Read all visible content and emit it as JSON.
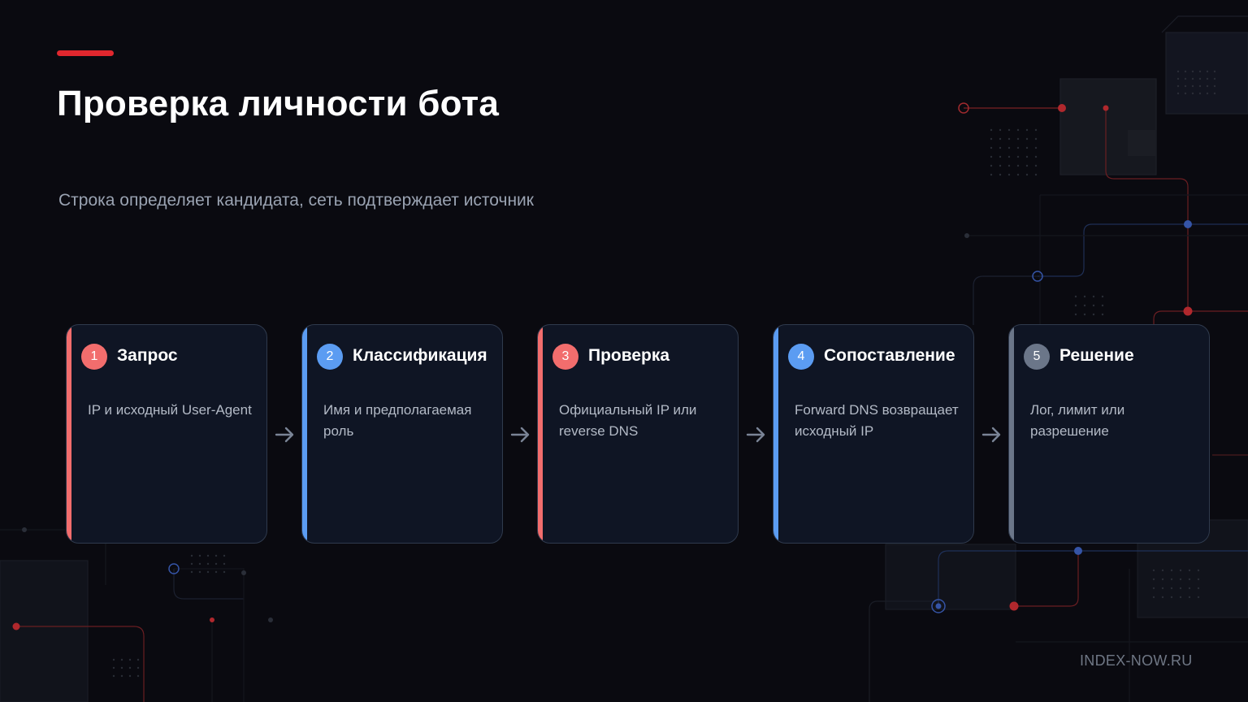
{
  "slide": {
    "title": "Проверка личности бота",
    "subtitle": "Строка определяет кандидата, сеть подтверждает источник",
    "footer": "INDEX-NOW.RU"
  },
  "colors": {
    "accent": "#e1272e",
    "red": "#f26d6d",
    "blue": "#5b9cf2",
    "gray": "#6b7689"
  },
  "steps": [
    {
      "number": "1",
      "title": "Запрос",
      "description": "IP и исходный User-Agent",
      "color": "red"
    },
    {
      "number": "2",
      "title": "Классификация",
      "description": "Имя и предполагаемая роль",
      "color": "blue"
    },
    {
      "number": "3",
      "title": "Проверка",
      "description": "Официальный IP или reverse DNS",
      "color": "red"
    },
    {
      "number": "4",
      "title": "Сопоставление",
      "description": "Forward DNS возвращает исходный IP",
      "color": "blue"
    },
    {
      "number": "5",
      "title": "Решение",
      "description": "Лог, лимит или разрешение",
      "color": "gray"
    }
  ],
  "icons": {
    "arrow": "arrow-right-icon",
    "background": "circuit-board-pattern"
  }
}
